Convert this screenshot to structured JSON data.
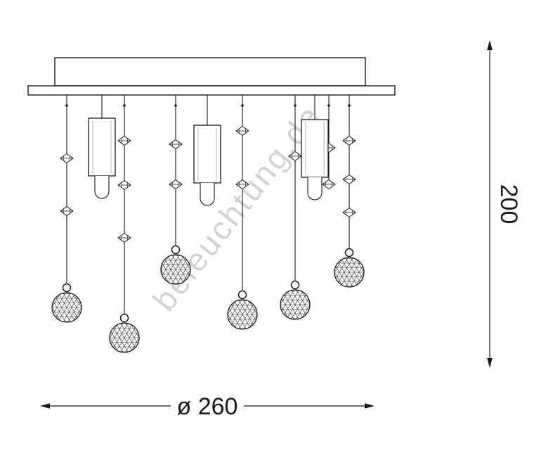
{
  "watermark": {
    "text": "beleuchtung.de",
    "color": "#a6a6a6"
  },
  "dimensions": {
    "width_label": "ø 260",
    "height_label": "200"
  },
  "colors": {
    "line": "#1a1a1a",
    "background": "#ffffff"
  }
}
